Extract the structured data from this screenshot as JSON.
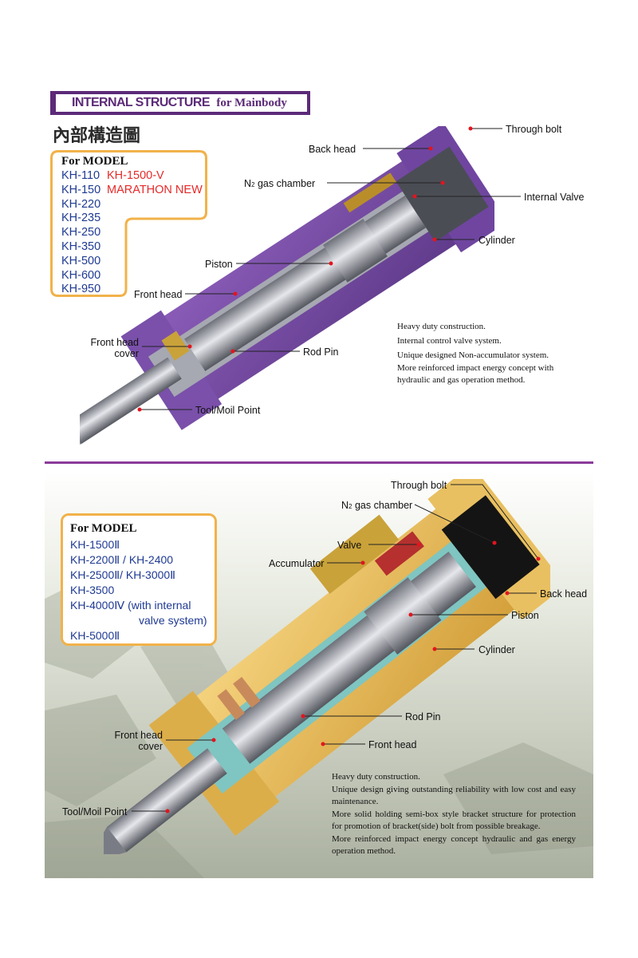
{
  "header": {
    "title_main": "INTERNAL STRUCTURE",
    "title_sub": "for Mainbody",
    "title_cjk": "內部構造圖"
  },
  "top": {
    "model_header": "For MODEL",
    "models_left": [
      "KH-110",
      "KH-150",
      "KH-220",
      "KH-235",
      "KH-250",
      "KH-350",
      "KH-500",
      "KH-600",
      "KH-950"
    ],
    "models_right": [
      "KH-1500-V",
      "MARATHON NEW"
    ],
    "labels": {
      "through_bolt": "Through bolt",
      "back_head": "Back head",
      "n2_prefix": "N",
      "n2_sub": "2",
      "n2_suffix": " gas chamber",
      "internal_valve": "Internal Valve",
      "cylinder": "Cylinder",
      "piston": "Piston",
      "front_head": "Front head",
      "front_head_cover_1": "Front head",
      "front_head_cover_2": "cover",
      "rod_pin": "Rod Pin",
      "tool_point": "Tool/Moil Point"
    },
    "features": [
      "Heavy duty construction.",
      "Internal control valve system.",
      "Unique designed Non-accumulator system.",
      "More reinforced impact energy concept with",
      "hydraulic and gas operation method."
    ]
  },
  "bottom": {
    "model_header": "For MODEL",
    "models": [
      "KH-1500Ⅱ",
      "KH-2200Ⅱ / KH-2400",
      "KH-2500Ⅱ/ KH-3000Ⅱ",
      "KH-3500",
      "KH-4000Ⅳ (with internal",
      "valve system)",
      "KH-5000Ⅱ"
    ],
    "labels": {
      "through_bolt": "Through bolt",
      "n2_prefix": "N",
      "n2_sub": "2",
      "n2_suffix": " gas chamber",
      "valve": "Valve",
      "accumulator": "Accumulator",
      "back_head": "Back head",
      "piston": "Piston",
      "cylinder": "Cylinder",
      "rod_pin": "Rod Pin",
      "front_head_cover_1": "Front head",
      "front_head_cover_2": "cover",
      "front_head": "Front head",
      "tool_point": "Tool/Moil Point"
    },
    "features": [
      "Heavy duty construction.",
      "Unique design giving outstanding reliability with low cost and easy maintenance.",
      "More solid holding semi-box style bracket structure for protection for promotion of bracket(side) bolt from possible breakage.",
      "More reinforced impact energy concept hydraulic and gas energy operation method."
    ]
  },
  "colors": {
    "purple": "#5c2a78",
    "orange": "#f1b24a",
    "model_blue": "#1f3a93",
    "model_red": "#e52a2a",
    "dot": "#e4141e"
  }
}
